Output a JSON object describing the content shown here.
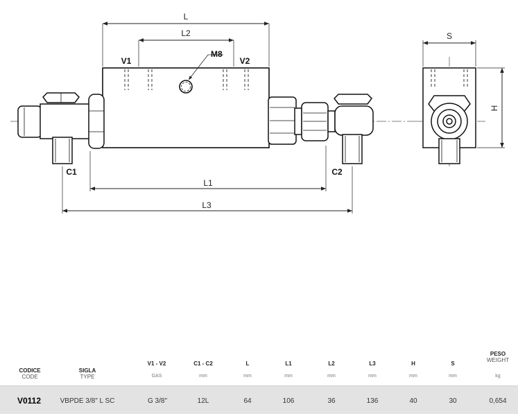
{
  "drawing": {
    "dimension_labels": {
      "L": "L",
      "L2": "L2",
      "M8": "M8",
      "V1": "V1",
      "V2": "V2",
      "C1": "C1",
      "C2": "C2",
      "L1": "L1",
      "L3": "L3",
      "S": "S",
      "H": "H"
    }
  },
  "table": {
    "headers": [
      {
        "key": "codice",
        "main": "CODICE",
        "sub": "CODE",
        "unit": ""
      },
      {
        "key": "sigla",
        "main": "SIGLA",
        "sub": "TYPE",
        "unit": ""
      },
      {
        "key": "v1v2",
        "main": "V1 - V2",
        "sub": "",
        "unit": "GAS"
      },
      {
        "key": "c1c2",
        "main": "C1 - C2",
        "sub": "",
        "unit": "mm"
      },
      {
        "key": "l",
        "main": "L",
        "sub": "",
        "unit": "mm"
      },
      {
        "key": "l1",
        "main": "L1",
        "sub": "",
        "unit": "mm"
      },
      {
        "key": "l2",
        "main": "L2",
        "sub": "",
        "unit": "mm"
      },
      {
        "key": "l3",
        "main": "L3",
        "sub": "",
        "unit": "mm"
      },
      {
        "key": "h",
        "main": "H",
        "sub": "",
        "unit": "mm"
      },
      {
        "key": "s",
        "main": "S",
        "sub": "",
        "unit": "mm"
      },
      {
        "key": "peso",
        "main": "PESO",
        "sub": "WEIGHT",
        "unit": "kg"
      }
    ],
    "row": {
      "codice": "V0112",
      "sigla": "VBPDE 3/8\" L  SC",
      "v1v2": "G 3/8\"",
      "c1c2": "12L",
      "l": "64",
      "l1": "106",
      "l2": "36",
      "l3": "136",
      "h": "40",
      "s": "30",
      "peso": "0,654"
    }
  }
}
